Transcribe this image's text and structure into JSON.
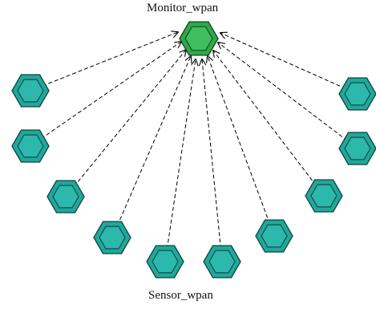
{
  "diagram": {
    "monitor": {
      "label": "Monitor_wpan",
      "color": "#2fa84f",
      "inner_color": "#3fbf5f",
      "stroke": "#1a4d1a"
    },
    "sensor": {
      "label": "Sensor_wpan",
      "color": "#20a89c",
      "inner_color": "#2cb8ac",
      "stroke": "#144d47",
      "count": 10
    },
    "link_style": "dashed",
    "arrow_style": "open-arrow"
  }
}
